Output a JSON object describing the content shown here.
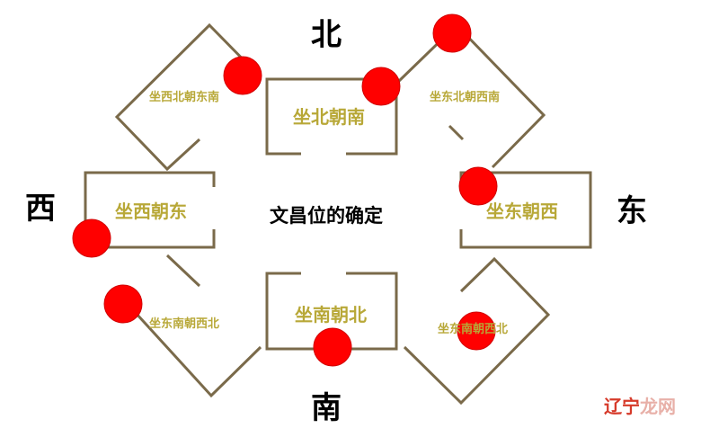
{
  "directions": {
    "north": "北",
    "south": "南",
    "west": "西",
    "east": "东"
  },
  "center_label": "文昌位的确定",
  "rooms": {
    "sit_north": "坐北朝南",
    "sit_south": "坐南朝北",
    "sit_west": "坐西朝东",
    "sit_east": "坐东朝西",
    "sit_nw": "坐西北朝东南",
    "sit_ne": "坐东北朝西南",
    "sit_sw": "坐东南朝西北",
    "sit_se": "坐东南朝西北"
  },
  "watermark": {
    "part1": "辽宁",
    "part2": "龙网"
  },
  "colors": {
    "frame": "#7a6a4a",
    "marker": "#ff0000",
    "room_text": "#b8a838"
  }
}
